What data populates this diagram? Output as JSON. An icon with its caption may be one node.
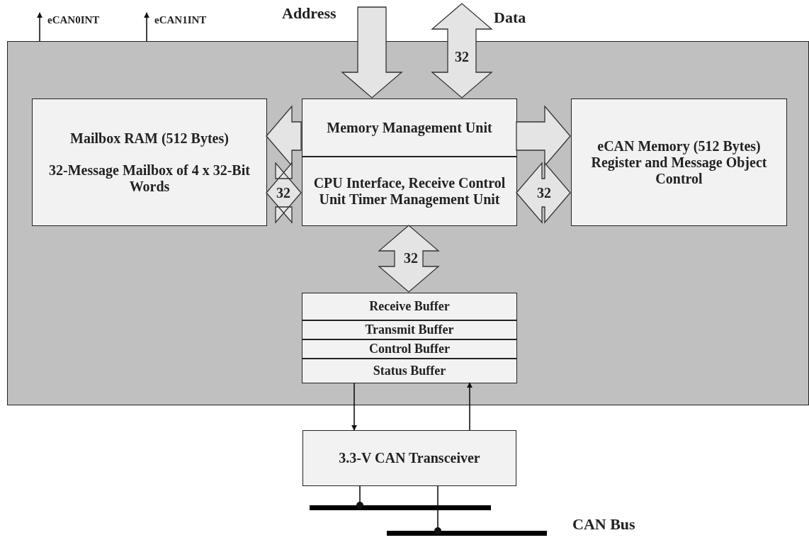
{
  "diagram": {
    "nodes": [
      {
        "text": [],
        "shape": "box"
      },
      {
        "text": [
          "Mailbox RAM (512 Bytes)",
          "32-Message Mailbox of 4 x 32-Bit Words"
        ],
        "in": 0
      },
      {
        "text": [
          "Memory Management Unit"
        ],
        "in": 0
      },
      {
        "text": [
          "CPU Interface, Receive Control Unit Timer Management Unit"
        ],
        "in": 0
      },
      {
        "text": [
          "eCAN Memory (512 Bytes) Register and Message Object Control"
        ],
        "in": 0
      },
      {
        "text": [
          "Receive Buffer"
        ],
        "in": 0
      },
      {
        "text": [
          "Transmit Buffer"
        ],
        "in": 0
      },
      {
        "text": [
          "Control Buffer"
        ],
        "in": 0
      },
      {
        "text": [
          "Status Buffer"
        ],
        "in": 0
      },
      {
        "text": [
          "3.3-V CAN Transceiver"
        ]
      },
      {
        "text": [],
        "shape": "bar"
      },
      {
        "text": [],
        "shape": "bar"
      }
    ],
    "edges": [
      {
        "from": 0,
        "to": null,
        "arrow": "to",
        "label": "eCAN0INT"
      },
      {
        "from": 0,
        "to": null,
        "arrow": "to",
        "label": "eCAN1INT"
      },
      {
        "from": null,
        "to": 2,
        "arrow": "to",
        "style": "thick"
      },
      {
        "from": null,
        "to": 2,
        "arrow": "both",
        "style": "thick",
        "label": "32"
      },
      {
        "from": 2,
        "to": 1,
        "arrow": "to",
        "style": "thick"
      },
      {
        "from": 2,
        "to": 4,
        "arrow": "to",
        "style": "thick"
      },
      {
        "from": 3,
        "to": 1,
        "arrow": "both",
        "style": "thick",
        "label": "32"
      },
      {
        "from": 3,
        "to": 4,
        "arrow": "both",
        "style": "thick",
        "label": "32"
      },
      {
        "from": 3,
        "to": 5,
        "arrow": "both",
        "style": "thick",
        "label": "32"
      },
      {
        "from": 8,
        "to": 9,
        "arrow": "to"
      },
      {
        "from": 9,
        "to": 8,
        "arrow": "to"
      },
      {
        "from": 9,
        "to": 10,
        "arrow": "other"
      },
      {
        "from": 9,
        "to": 11,
        "arrow": "other"
      }
    ],
    "labels": [
      "Address",
      "Data",
      "CAN Bus"
    ]
  }
}
